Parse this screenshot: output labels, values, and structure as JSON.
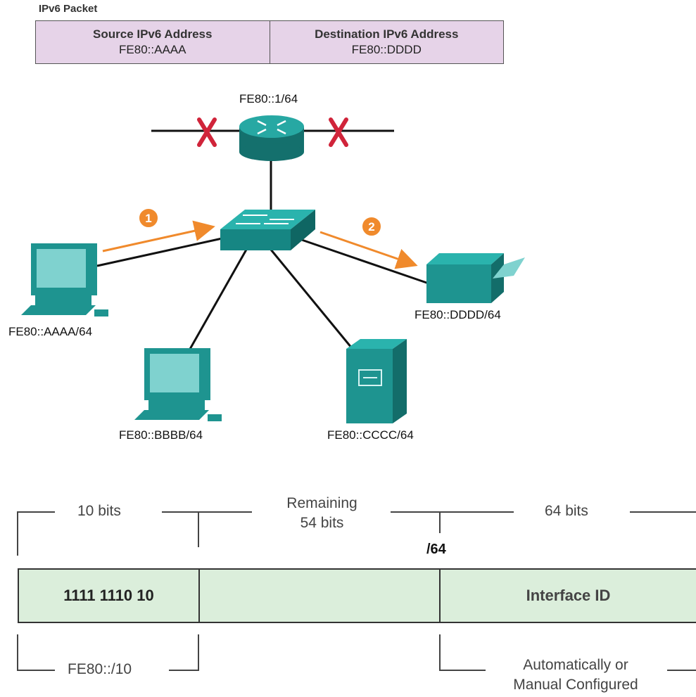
{
  "packet": {
    "title": "IPv6 Packet",
    "source_header": "Source IPv6 Address",
    "source_value": "FE80::AAAA",
    "dest_header": "Destination IPv6 Address",
    "dest_value": "FE80::DDDD"
  },
  "topology": {
    "router_label": "FE80::1/64",
    "pc_a_label": "FE80::AAAA/64",
    "pc_b_label": "FE80::BBBB/64",
    "server_label": "FE80::CCCC/64",
    "printer_label": "FE80::DDDD/64",
    "step1": "1",
    "step2": "2"
  },
  "address_format": {
    "top_10_bits": "10 bits",
    "top_remaining_line1": "Remaining",
    "top_remaining_line2": "54 bits",
    "top_64_bits": "64 bits",
    "prefix_marker": "/64",
    "field_prefix": "1111 1110 10",
    "field_interface": "Interface ID",
    "bottom_prefix": "FE80::/10",
    "bottom_config_line1": "Automatically or",
    "bottom_config_line2": "Manual Configured"
  },
  "colors": {
    "teal": "#1e9490",
    "packet_bg": "#e6d3e8",
    "bar_bg": "#dbeedb",
    "arrow": "#f08a2c",
    "blocked_x": "#d0243a"
  }
}
